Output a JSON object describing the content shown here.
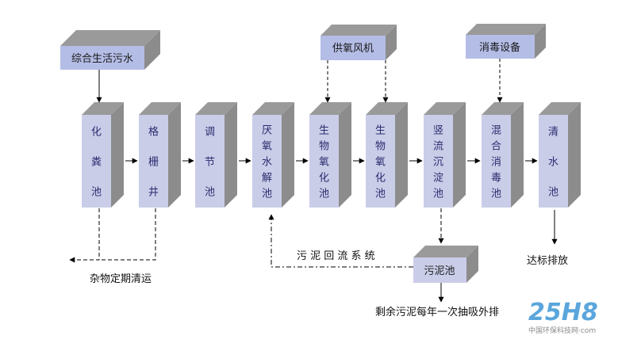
{
  "colors": {
    "box_front": "#c9cde8",
    "box_top": "#9a9a9a",
    "box_side": "#8c8c8c",
    "input_front": "#b4bde6",
    "text": "#2b2b6e",
    "line": "#000000",
    "watermark": "#5aa6dc"
  },
  "inputs": {
    "sewage": "综合生活污水",
    "blower": "供氧风机",
    "disinfection": "消毒设备"
  },
  "tanks": [
    {
      "id": "septic",
      "label": "化粪池"
    },
    {
      "id": "grille",
      "label": "格栅井"
    },
    {
      "id": "equalization",
      "label": "调节池"
    },
    {
      "id": "anaerobic",
      "label": "厌氧水解池"
    },
    {
      "id": "bio1",
      "label": "生物氧化池"
    },
    {
      "id": "bio2",
      "label": "生物氧化池"
    },
    {
      "id": "settling",
      "label": "竖流沉淀池"
    },
    {
      "id": "mix",
      "label": "混合消毒池"
    },
    {
      "id": "clear",
      "label": "清水池"
    }
  ],
  "sludge": {
    "tank": "污泥池"
  },
  "labels": {
    "debris": "杂物定期清运",
    "return": "污 泥 回 流 系 统",
    "discharge": "达标排放",
    "excess": "剩余污泥每年一次抽吸外排"
  },
  "watermark": {
    "logo": "25H8",
    "text": "中国环保科技网·com"
  }
}
